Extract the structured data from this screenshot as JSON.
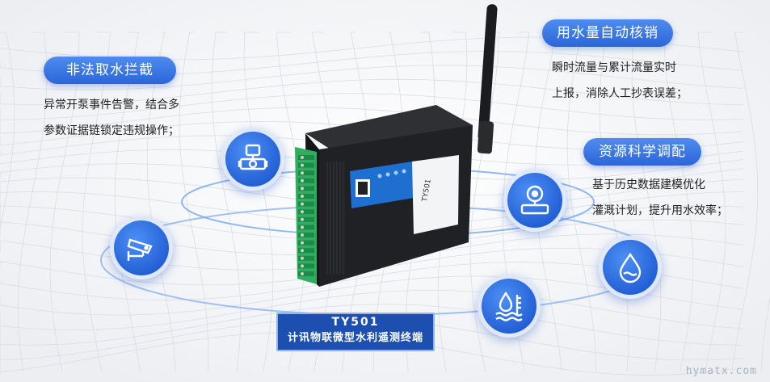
{
  "features": [
    {
      "title": "非法取水拦截",
      "lines": [
        "异常开泵事件告警，结合多",
        "参数证据链锁定违规操作；"
      ]
    },
    {
      "title": "用水量自动核销",
      "lines": [
        "瞬时流量与累计流量实时",
        "上报，消除人工抄表误差；"
      ]
    },
    {
      "title": "资源科学调配",
      "lines": [
        "基于历史数据建模优化",
        "灌溉计划，提升用水效率；"
      ]
    }
  ],
  "icons": [
    "water-meter-icon",
    "cctv-camera-icon",
    "flow-meter-icon",
    "water-drop-icon",
    "water-level-icon"
  ],
  "device": {
    "model": "TY501",
    "subtitle": "计讯物联微型水利遥测终端",
    "label_model": "TY501"
  },
  "watermark": "hymatx.com",
  "colors": {
    "accent": "#2a66d8",
    "box": "#1c4fb0"
  }
}
